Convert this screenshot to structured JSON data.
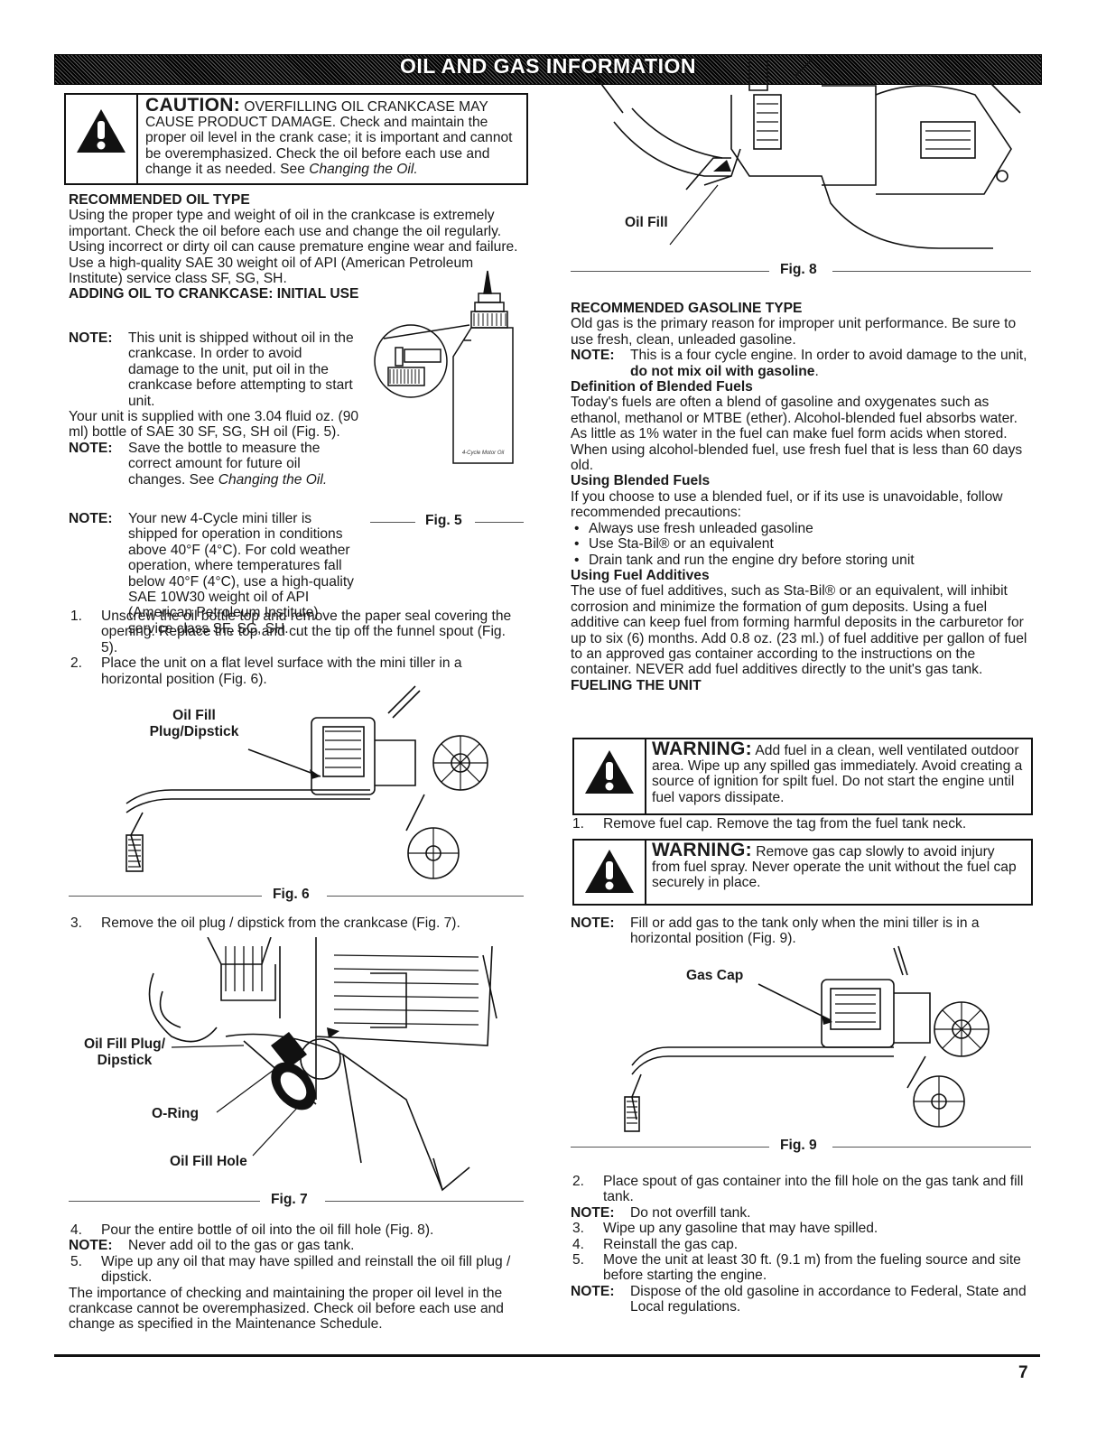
{
  "header": {
    "title": "OIL AND GAS INFORMATION"
  },
  "caution": {
    "key": "CAUTION:",
    "text": "OVERFILLING OIL CRANKCASE MAY CAUSE PRODUCT DAMAGE. Check and maintain the proper oil level in the crank case; it is important and cannot be overemphasized. Check the oil before each use and change it as needed. See ",
    "ref": "Changing the Oil."
  },
  "oil_type": {
    "heading": "RECOMMENDED OIL TYPE",
    "p1": "Using the proper type and weight of oil in the crankcase is extremely important. Check the oil before each use and change the oil regularly. Using incorrect or dirty oil can cause premature engine wear and failure.",
    "p2": "Use a high-quality SAE 30 weight oil of API (American Petroleum Institute) service class SF, SG, SH."
  },
  "adding": {
    "heading": "ADDING OIL TO CRANKCASE: INITIAL USE",
    "note_key": "NOTE:",
    "note1": "This unit is shipped without oil in the crankcase. In order to avoid damage to the unit, put oil in the crankcase before attempting to start unit.",
    "supplied": "Your unit is supplied with one 3.04 fluid oz. (90 ml) bottle of SAE 30 SF, SG, SH oil (Fig. 5).",
    "note2": "Save the bottle to measure the correct amount for future oil changes. See ",
    "note2_ref": "Changing the Oil.",
    "note3": "Your new 4-Cycle mini tiller is shipped for operation in conditions above 40°F (4°C). For cold weather operation, where temperatures fall below 40°F (4°C), use a high-quality SAE 10W30 weight oil of API (American Petroleum Institute) service class SF, SG, SH.",
    "step1_num": "1.",
    "step1": "Unscrew the oil bottle top and remove the paper seal covering the opening. Replace the top and cut the tip off the funnel spout (Fig. 5).",
    "step2_num": "2.",
    "step2": "Place the unit on a flat level surface with the mini tiller in a horizontal position (Fig. 6)."
  },
  "fig5": {
    "caption": "Fig. 5",
    "bottle_label": "4-Cycle Motor Oil"
  },
  "fig6": {
    "caption": "Fig. 6",
    "label_line1": "Oil Fill",
    "label_line2": "Plug/Dipstick"
  },
  "step3": {
    "num": "3.",
    "text": "Remove the oil plug / dipstick from the crankcase (Fig. 7)."
  },
  "fig7": {
    "caption": "Fig. 7",
    "label_plug1": "Oil Fill Plug/",
    "label_plug2": "Dipstick",
    "label_oring": "O-Ring",
    "label_hole": "Oil Fill Hole"
  },
  "after_fig7": {
    "step4_num": "4.",
    "step4": "Pour the entire bottle of oil into the oil fill hole (Fig. 8).",
    "note_key": "NOTE:",
    "note": "Never add oil to the gas or gas tank.",
    "step5_num": "5.",
    "step5": "Wipe up any oil that may have spilled and reinstall the oil fill plug / dipstick.",
    "closing": "The importance of checking and maintaining the proper oil level in the crankcase cannot be overemphasized. Check oil before each use and change as specified in the Maintenance Schedule."
  },
  "fig8": {
    "caption": "Fig. 8",
    "label": "Oil Fill"
  },
  "gas": {
    "heading": "RECOMMENDED GASOLINE TYPE",
    "p1": "Old gas is the primary reason for improper unit performance. Be sure to use fresh, clean, unleaded gasoline.",
    "note_key": "NOTE:",
    "note_a": "This is a four cycle engine. In order to avoid damage to the unit, ",
    "note_b": "do not mix oil with gasoline",
    ".": ".",
    "note_end": ".",
    "blended_heading": "Definition of Blended Fuels",
    "blended_p": "Today's fuels are often a blend of gasoline and oxygenates such as ethanol, methanol or MTBE (ether). Alcohol-blended fuel absorbs water. As little as 1% water in the fuel can make fuel form acids when stored. When using alcohol-blended fuel, use fresh fuel that is less than 60 days old.",
    "using_heading": "Using Blended Fuels",
    "using_p": "If you choose to use a blended fuel, or if its use is unavoidable, follow recommended precautions:",
    "bullet": "•",
    "bullets": [
      "Always use fresh unleaded gasoline",
      "Use Sta-Bil® or an equivalent",
      "Drain tank and run the engine dry before storing unit"
    ],
    "additives_heading": "Using Fuel Additives",
    "additives_p": "The use of fuel additives, such as Sta-Bil® or an equivalent, will inhibit corrosion and minimize the formation of gum deposits. Using a fuel additive can keep fuel from forming harmful deposits in the carburetor for up to six (6) months. Add 0.8 oz. (23 ml.) of fuel additive per gallon of fuel to an approved gas container according to the instructions on the container. NEVER add fuel additives directly to the unit's gas tank.",
    "fueling_heading": "FUELING THE UNIT"
  },
  "warning1": {
    "key": "WARNING:",
    "text": "Add fuel in a clean, well ventilated outdoor area. Wipe up any spilled gas immediately. Avoid creating a source of ignition for spilt fuel. Do not start the engine until fuel vapors dissipate."
  },
  "fuel_step1": {
    "num": "1.",
    "text": "Remove fuel cap. Remove the tag from the fuel tank neck."
  },
  "warning2": {
    "key": "WARNING:",
    "text": "Remove gas cap slowly to avoid injury from fuel spray. Never operate the unit without the fuel cap securely in place."
  },
  "fuel_note": {
    "key": "NOTE:",
    "text": "Fill or add gas to the tank only when the mini tiller is in a horizontal position (Fig. 9)."
  },
  "fig9": {
    "caption": "Fig. 9",
    "label": "Gas Cap"
  },
  "after_fig9": {
    "s2_num": "2.",
    "s2": "Place spout of gas container into the fill hole on the gas tank and fill tank.",
    "n1_key": "NOTE:",
    "n1": "Do not overfill tank.",
    "s3_num": "3.",
    "s3": "Wipe up any gasoline that may have spilled.",
    "s4_num": "4.",
    "s4": "Reinstall the gas cap.",
    "s5_num": "5.",
    "s5": "Move the unit at least 30 ft. (9.1 m) from the fueling source and site before starting the engine.",
    "n2_key": "NOTE:",
    "n2": "Dispose of the old gasoline in accordance to Federal, State and Local regulations."
  },
  "footer": {
    "page": "7"
  }
}
